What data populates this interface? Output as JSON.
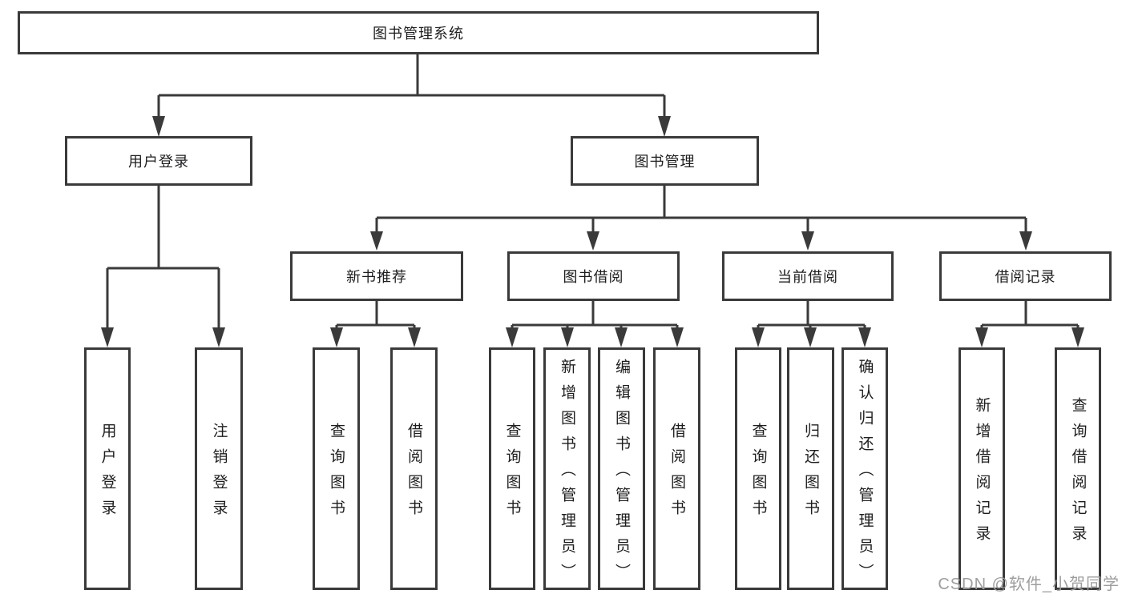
{
  "diagram": {
    "title": "图书管理系统",
    "root": {
      "label": "图书管理系统"
    },
    "level2": [
      {
        "id": "user-login",
        "label": "用户登录",
        "parent": "图书管理系统"
      },
      {
        "id": "book-management",
        "label": "图书管理",
        "parent": "图书管理系统"
      }
    ],
    "level3": [
      {
        "id": "new-book-recommend",
        "label": "新书推荐",
        "parent": "图书管理"
      },
      {
        "id": "book-borrow",
        "label": "图书借阅",
        "parent": "图书管理"
      },
      {
        "id": "current-borrow",
        "label": "当前借阅",
        "parent": "图书管理"
      },
      {
        "id": "borrow-records",
        "label": "借阅记录",
        "parent": "图书管理"
      }
    ],
    "leaves": [
      {
        "id": "leaf-user-login",
        "label": "用户登录",
        "parent": "用户登录"
      },
      {
        "id": "leaf-logout",
        "label": "注销登录",
        "parent": "用户登录"
      },
      {
        "id": "leaf-query-book-1",
        "label": "查询图书",
        "parent": "新书推荐"
      },
      {
        "id": "leaf-borrow-book-1",
        "label": "借阅图书",
        "parent": "新书推荐"
      },
      {
        "id": "leaf-query-book-2",
        "label": "查询图书",
        "parent": "图书借阅"
      },
      {
        "id": "leaf-add-book-admin",
        "label": "新增图书（管理员）",
        "parent": "图书借阅"
      },
      {
        "id": "leaf-edit-book-admin",
        "label": "编辑图书（管理员）",
        "parent": "图书借阅"
      },
      {
        "id": "leaf-borrow-book-2",
        "label": "借阅图书",
        "parent": "图书借阅"
      },
      {
        "id": "leaf-query-book-3",
        "label": "查询图书",
        "parent": "当前借阅"
      },
      {
        "id": "leaf-return-book",
        "label": "归还图书",
        "parent": "当前借阅"
      },
      {
        "id": "leaf-confirm-return",
        "label": "确认归还（管理员）",
        "parent": "当前借阅"
      },
      {
        "id": "leaf-add-borrow-record",
        "label": "新增借阅记录",
        "parent": "借阅记录"
      },
      {
        "id": "leaf-query-borrow-record",
        "label": "查询借阅记录",
        "parent": "借阅记录"
      }
    ]
  },
  "watermark": {
    "text": "CSDN @软件_小贺同学"
  },
  "colors": {
    "line": "#3a3a3a",
    "text": "#1d1d1f",
    "watermark": "#9e9e9e",
    "background": "#ffffff"
  }
}
